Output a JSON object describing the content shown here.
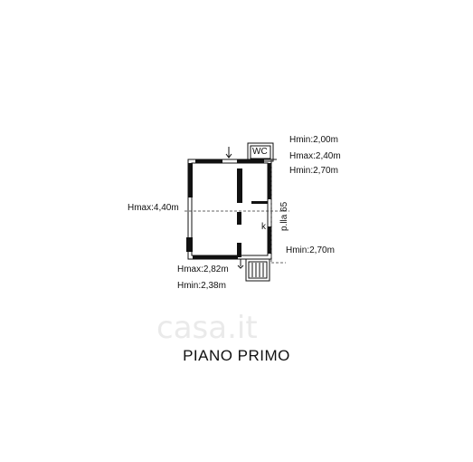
{
  "plan": {
    "title": "PIANO PRIMO",
    "wc_label": "WC",
    "parcel_label": "p.lla 65",
    "k_label": "k",
    "watermark": "casa.it",
    "heights": {
      "wc_hmin": "Hmin:2,00m",
      "wc_hmax": "Hmax:2,40m",
      "wc_hmin2": "Hmin:2,70m",
      "left_hmax": "Hmax:4,40m",
      "right_hmin": "Hmin:2,70m",
      "bottom_hmax": "Hmax:2,82m",
      "bottom_hmin": "Hmin:2,38m"
    }
  }
}
